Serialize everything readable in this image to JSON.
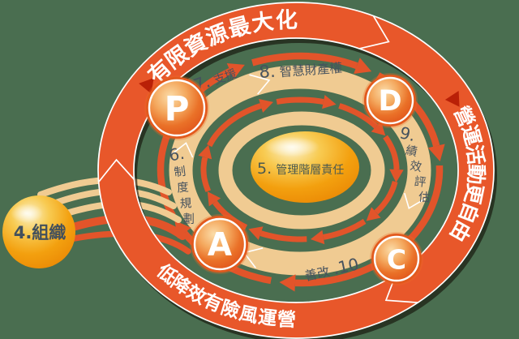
{
  "colors": {
    "background": "#4A6E50",
    "band": "#E8572A",
    "arrow": "#E2542A",
    "tan": "#F0CB92",
    "dark_red": "#B92007",
    "slate": "#46525E",
    "white": "#FFFFFF",
    "center_text": "#4C5A50",
    "ball_gold": "#F3A312"
  },
  "outer_band": {
    "top_text": "有限資源最大化",
    "right_text": "營運活動更自由",
    "bottom_text": "低降效有險風運營"
  },
  "pdca": [
    {
      "letter": "P"
    },
    {
      "letter": "D"
    },
    {
      "letter": "A"
    },
    {
      "letter": "C"
    }
  ],
  "ring_items": {
    "item6": {
      "stack": [
        "6.",
        "制",
        "度",
        "規",
        "劃"
      ]
    },
    "item7": {
      "prefix": "7.",
      "label": "支援"
    },
    "item8": {
      "prefix": "8.",
      "label": "智慧財產權"
    },
    "item9": {
      "stack": [
        "9.",
        "績",
        "效",
        "評",
        "估"
      ]
    },
    "item10": {
      "label": "善改",
      "suffix": ".10"
    }
  },
  "center_ball": {
    "prefix": "5.",
    "label": "管理階層責任"
  },
  "org_ball": {
    "label": "4.組織"
  }
}
